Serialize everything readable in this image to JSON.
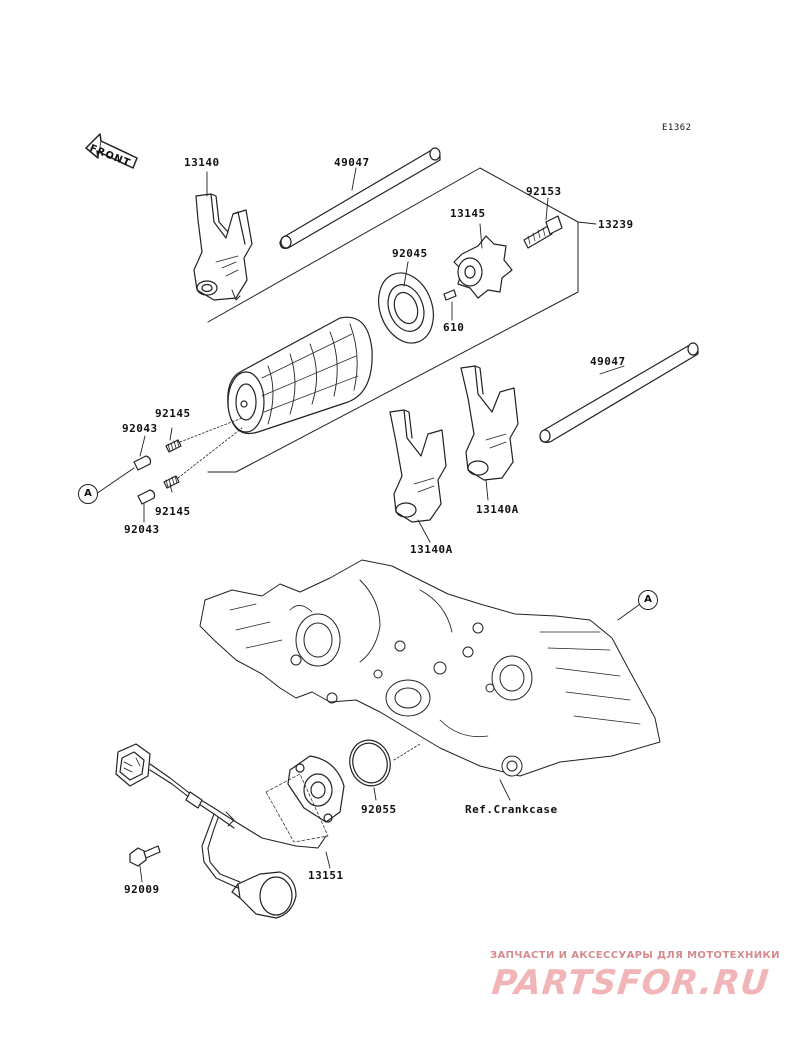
{
  "diagram_code": "E1362",
  "front_label": "FRONT",
  "callout_letter": "A",
  "parts": {
    "p13140": "13140",
    "p49047_top": "49047",
    "p92153": "92153",
    "p13145": "13145",
    "p13239": "13239",
    "p92045": "92045",
    "p610": "610",
    "p49047_right": "49047",
    "p92145_upper": "92145",
    "p92043_upper": "92043",
    "p92145_lower": "92145",
    "p92043_lower": "92043",
    "p13140A_right": "13140A",
    "p13140A_left": "13140A",
    "p92055": "92055",
    "p13151": "13151",
    "p92009": "92009"
  },
  "reference_label": "Ref.Crankcase",
  "watermark": {
    "tagline": "ЗАПЧАСТИ И АКСЕССУАРЫ ДЛЯ МОТОТЕХНИКИ",
    "logo": "PARTSFOR.RU"
  },
  "colors": {
    "line": "#222222",
    "watermark_text": "#d58a8e",
    "watermark_logo": "#f1b4b7"
  }
}
